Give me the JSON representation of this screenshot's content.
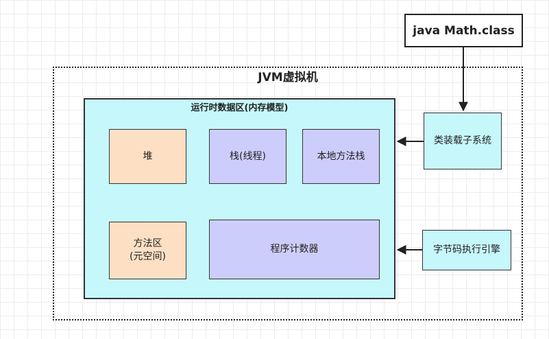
{
  "class_file": "java Math.class",
  "jvm": {
    "title": "JVM虚拟机"
  },
  "runtime_area": {
    "title": "运行时数据区(内存模型)",
    "heap": "堆",
    "stack": "栈(线程)",
    "native_stack": "本地方法栈",
    "method_area_line1": "方法区",
    "method_area_line2": "(元空间)",
    "program_counter": "程序计数器"
  },
  "class_loader": "类装载子系统",
  "execution_engine": "字节码执行引擎",
  "colors": {
    "runtime_bg": "#c6f7fb",
    "peach": "#fde0c4",
    "lavender": "#cdcdfb",
    "border": "#333333"
  }
}
